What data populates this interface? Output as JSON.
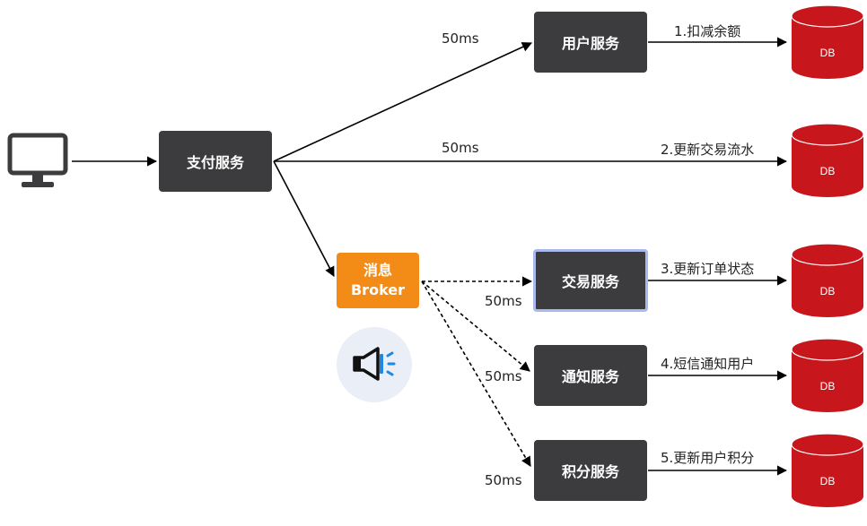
{
  "nodes": {
    "payment": "支付服务",
    "broker_line1": "消息",
    "broker_line2": "Broker",
    "user_service": "用户服务",
    "trade_service": "交易服务",
    "notify_service": "通知服务",
    "points_service": "积分服务"
  },
  "latency": {
    "user": "50ms",
    "flow": "50ms",
    "trade": "50ms",
    "notify": "50ms",
    "points": "50ms"
  },
  "steps": {
    "s1": "1.扣减余额",
    "s2": "2.更新交易流水",
    "s3": "3.更新订单状态",
    "s4": "4.短信通知用户",
    "s5": "5.更新用户积分"
  },
  "db_label": "DB",
  "icons": [
    "monitor-icon",
    "megaphone-icon",
    "database-icon"
  ],
  "colors": {
    "service_box": "#3c3c3e",
    "broker_box": "#f28c17",
    "database": "#c8161d",
    "highlight_border": "#a9b9ec",
    "megaphone_circle": "#e9eef7",
    "megaphone_waves": "#1e88e5"
  }
}
